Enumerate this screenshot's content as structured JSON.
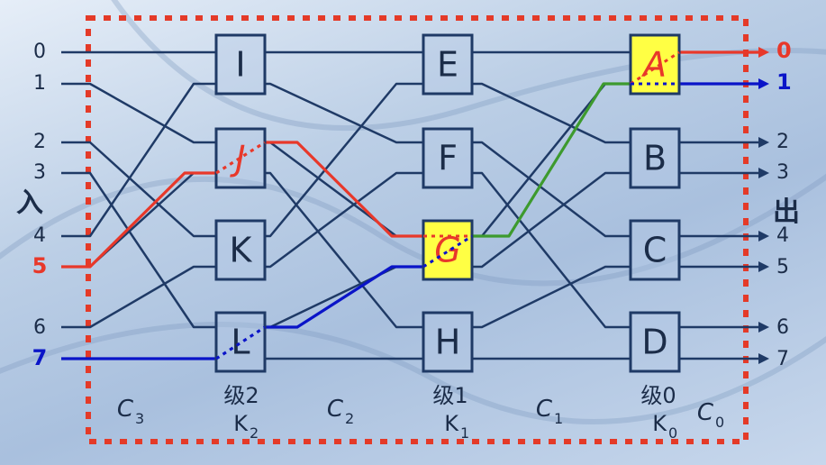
{
  "inputs": [
    "0",
    "1",
    "2",
    "3",
    "4",
    "5",
    "6",
    "7"
  ],
  "outputs": [
    "0",
    "1",
    "2",
    "3",
    "4",
    "5",
    "6",
    "7"
  ],
  "input_side_label": "入",
  "output_side_label": "出",
  "switches": {
    "stage2": [
      "I",
      "J",
      "K",
      "L"
    ],
    "stage1": [
      "E",
      "F",
      "G",
      "H"
    ],
    "stage0": [
      "A",
      "B",
      "C",
      "D"
    ]
  },
  "stage_labels": [
    {
      "title": "级2",
      "k_main": "K",
      "k_sub": "2"
    },
    {
      "title": "级1",
      "k_main": "K",
      "k_sub": "1"
    },
    {
      "title": "级0",
      "k_main": "K",
      "k_sub": "0"
    }
  ],
  "connection_labels": [
    {
      "main": "C",
      "sub": "3"
    },
    {
      "main": "C",
      "sub": "2"
    },
    {
      "main": "C",
      "sub": "1"
    },
    {
      "main": "C",
      "sub": "0"
    }
  ],
  "colors": {
    "wire": "#1f3a66",
    "route_red": "#e8382a",
    "route_blue": "#0a14c8",
    "route_green": "#3d9a2e",
    "highlight_fill": "#ffff44",
    "box_border": "#1f3a66",
    "frame": "#e43a28"
  },
  "highlighted_switches": [
    "A",
    "G"
  ],
  "highlighted_input_labels": [
    "5",
    "7"
  ],
  "highlighted_output_labels": [
    "0",
    "1"
  ]
}
